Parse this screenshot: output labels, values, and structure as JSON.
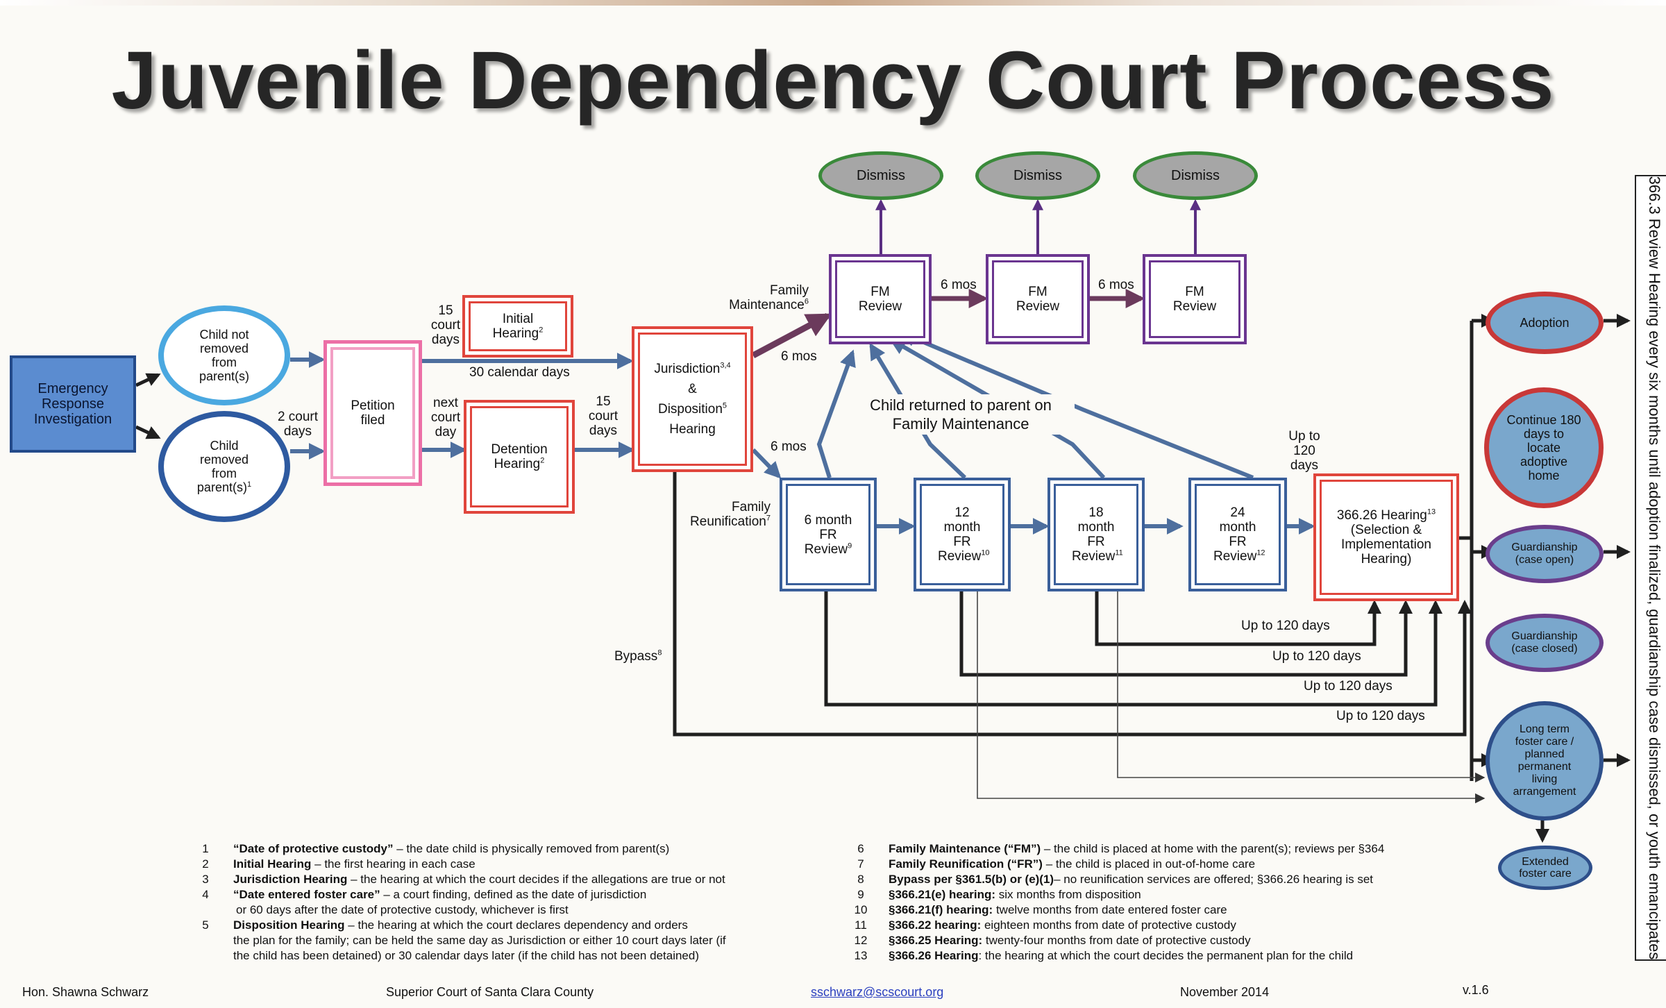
{
  "title": "Juvenile Dependency Court Process",
  "nodes": {
    "emergency": "Emergency Response Investigation",
    "not_removed": "Child not removed from parent(s)",
    "removed": "Child removed from parent(s)",
    "removed_sup": "1",
    "petition": "Petition filed",
    "initial": "Initial Hearing",
    "initial_sup": "2",
    "detention": "Detention Hearing",
    "detention_sup": "2",
    "jurisdiction_a": "Jurisdiction",
    "jurisdiction_a_sup": "3,4",
    "jurisdiction_amp": "&",
    "jurisdiction_b": "Disposition",
    "jurisdiction_b_sup": "5",
    "jurisdiction_c": "Hearing",
    "fm_review": "FM Review",
    "dismiss": "Dismiss",
    "fr6": "6 month FR Review",
    "fr6_sup": "9",
    "fr12": "12 month FR Review",
    "fr12_sup": "10",
    "fr18": "18 month FR Review",
    "fr18_sup": "11",
    "fr24": "24 month FR Review",
    "fr24_sup": "12",
    "h36626_a": "366.26 Hearing",
    "h36626_a_sup": "13",
    "h36626_b": "(Selection & Implementation Hearing)",
    "adoption": "Adoption",
    "continue180": "Continue 180 days to locate adoptive home",
    "guardianship_open": "Guardianship (case open)",
    "guardianship_closed": "Guardianship (case closed)",
    "ltfc": "Long term foster care / planned permanent living arrangement",
    "extended": "Extended foster care"
  },
  "labels": {
    "two_court_days": "2 court days",
    "fifteen_court_days": "15 court days",
    "next_court_day": "next court day",
    "thirty_calendar_days": "30 calendar days",
    "fifteen_court_days_2": "15 court days",
    "family_maintenance": "Family Maintenance",
    "family_maintenance_sup": "6",
    "six_mos_fm": "6 mos",
    "six_mos_fr": "6 mos",
    "six_mos_1": "6 mos",
    "six_mos_2": "6 mos",
    "family_reunification": "Family Reunification",
    "family_reunification_sup": "7",
    "child_returned": "Child returned to parent on Family Maintenance",
    "up_to_120": "Up to 120 days",
    "up_to_120_1": "Up to 120 days",
    "up_to_120_2": "Up to 120 days",
    "up_to_120_3": "Up to 120 days",
    "up_to_120_4": "Up to 120 days",
    "bypass": "Bypass",
    "bypass_sup": "8"
  },
  "side_note": "366.3 Review Hearing every six months until adoption finalized, guardianship case dismissed, or youth emancipates",
  "footnotes": [
    {
      "num": "1",
      "term": "“Date of protective custody”",
      "text": " – the date child is physically removed from parent(s)"
    },
    {
      "num": "2",
      "term": "Initial Hearing",
      "text": " – the first hearing in each case"
    },
    {
      "num": "3",
      "term": "Jurisdiction Hearing",
      "text": " – the hearing at which the court decides if the allegations are true or not"
    },
    {
      "num": "4",
      "term": "“Date entered foster care”",
      "text": " – a court finding, defined as the date of jurisdiction",
      "cont": "or 60 days after the date of protective custody, whichever is first"
    },
    {
      "num": "5",
      "term": "Disposition Hearing",
      "text": " – the hearing at which the court declares dependency and orders",
      "cont": "the plan for the family; can be held the same day as Jurisdiction or either 10 court days later (if",
      "cont2": "the child has been detained) or 30 calendar days later (if the child has not been detained)"
    },
    {
      "num": "6",
      "term": "Family Maintenance (“FM”)",
      "text": " – the child is placed at home with the parent(s); reviews per §364"
    },
    {
      "num": "7",
      "term": "Family Reunification (“FR”)",
      "text": " – the child is placed in out-of-home care"
    },
    {
      "num": "8",
      "term": "Bypass per §361.5(b) or  (e)(1)",
      "text": "– no reunification services are offered; §366.26 hearing is set"
    },
    {
      "num": "9",
      "term": "§366.21(e) hearing:",
      "text": "  six months from disposition"
    },
    {
      "num": "10",
      "term": "§366.21(f) hearing:",
      "text": "  twelve months from date entered foster care"
    },
    {
      "num": "11",
      "term": "§366.22 hearing:",
      "text": "  eighteen months from date of protective custody"
    },
    {
      "num": "12",
      "term": "§366.25 Hearing:",
      "text": "  twenty-four months from date of protective custody"
    },
    {
      "num": "13",
      "term": "§366.26 Hearing",
      "text": ":  the hearing at which the court decides the permanent plan for the child"
    }
  ],
  "footer": {
    "judge": "Hon. Shawna Schwarz",
    "court": "Superior Court of Santa Clara County",
    "email": "sschwarz@scscourt.org",
    "date": "November 2014",
    "version": "v.1.6"
  },
  "colors": {
    "arrow_dark": "#1f1f1f",
    "arrow_steel": "#4e6f9e",
    "arrow_purple": "#6b3a5c",
    "red": "#e0453c",
    "purple": "#6a3590",
    "navy": "#3a5f9a"
  }
}
